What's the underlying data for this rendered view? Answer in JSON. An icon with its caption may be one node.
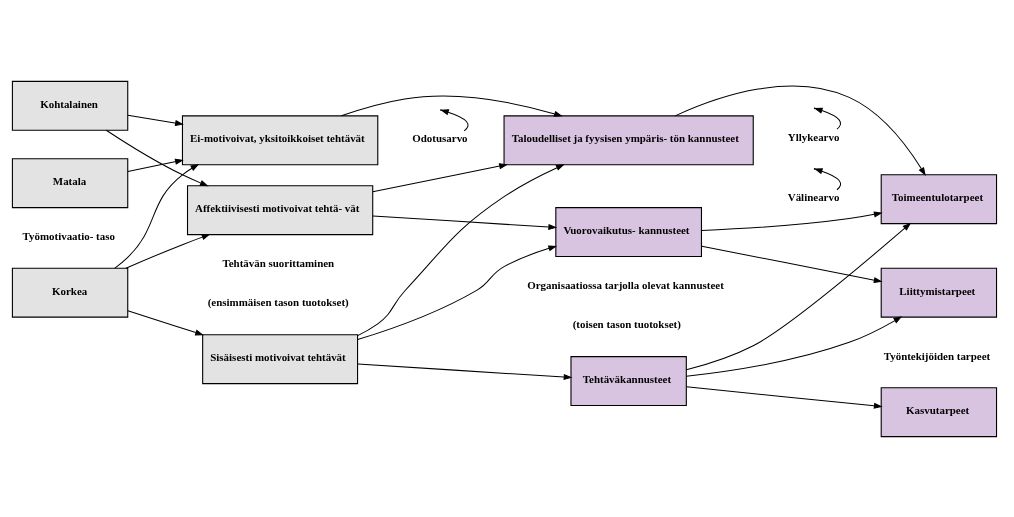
{
  "diagram": {
    "nodes": [
      {
        "text": [
          "Korkea"
        ]
      },
      {
        "text": [
          "Kohtalainen"
        ]
      },
      {
        "text": [
          "Matala"
        ]
      },
      {
        "text": [
          "Sisäisesti motivoivat tehtävät"
        ]
      },
      {
        "text": [
          "Affektiivisesti motivoivat tehtä- vät"
        ]
      },
      {
        "text": [
          "Ei-motivoivat, yksitoikkoiset tehtävät"
        ]
      },
      {
        "text": [
          "Tehtäväkannusteet"
        ]
      },
      {
        "text": [
          "Vuorovaikutus- kannusteet"
        ]
      },
      {
        "text": [
          "Taloudelliset ja fyysisen ympäris- tön kannusteet"
        ]
      },
      {
        "text": [
          "Kasvutarpeet"
        ]
      },
      {
        "text": [
          "Liittymistarpeet"
        ]
      },
      {
        "text": [
          "Toimeentulotarpeet"
        ]
      },
      {
        "text": [
          "Odotusarvo"
        ]
      },
      {
        "text": [
          "Välinearvo"
        ]
      },
      {
        "text": [
          "Yllykearvo"
        ]
      }
    ],
    "edges": [
      {
        "from": 0,
        "to": 3,
        "arrow": "to"
      },
      {
        "from": 0,
        "to": 4,
        "arrow": "to"
      },
      {
        "from": 0,
        "to": 5,
        "arrow": "to"
      },
      {
        "from": 1,
        "to": 4,
        "arrow": "to"
      },
      {
        "from": 1,
        "to": 5,
        "arrow": "to"
      },
      {
        "from": 2,
        "to": 5,
        "arrow": "to"
      },
      {
        "from": 3,
        "to": 6,
        "arrow": "to"
      },
      {
        "from": 3,
        "to": 7,
        "arrow": "to"
      },
      {
        "from": 3,
        "to": 8,
        "arrow": "to"
      },
      {
        "from": 4,
        "to": 7,
        "arrow": "to"
      },
      {
        "from": 4,
        "to": 8,
        "arrow": "to"
      },
      {
        "from": 5,
        "to": 8,
        "arrow": "to"
      },
      {
        "from": 6,
        "to": 9,
        "arrow": "to"
      },
      {
        "from": 6,
        "to": 10,
        "arrow": "to"
      },
      {
        "from": 6,
        "to": 11,
        "arrow": "to"
      },
      {
        "from": 7,
        "to": 10,
        "arrow": "to"
      },
      {
        "from": 7,
        "to": 11,
        "arrow": "to"
      },
      {
        "from": 8,
        "to": 11,
        "arrow": "to"
      },
      {
        "from": 12,
        "to": null,
        "arrow": "to"
      },
      {
        "from": 13,
        "to": null,
        "arrow": "to"
      },
      {
        "from": 14,
        "to": null,
        "arrow": "to"
      }
    ],
    "labels": [
      "Työmotivaatio- taso",
      "Tehtävän suorittaminen",
      "(ensimmäisen tason tuotokset)",
      "Organisaatiossa tarjolla olevat kannusteet",
      "(toisen tason tuotokset)",
      "Työntekijöiden tarpeet"
    ]
  }
}
